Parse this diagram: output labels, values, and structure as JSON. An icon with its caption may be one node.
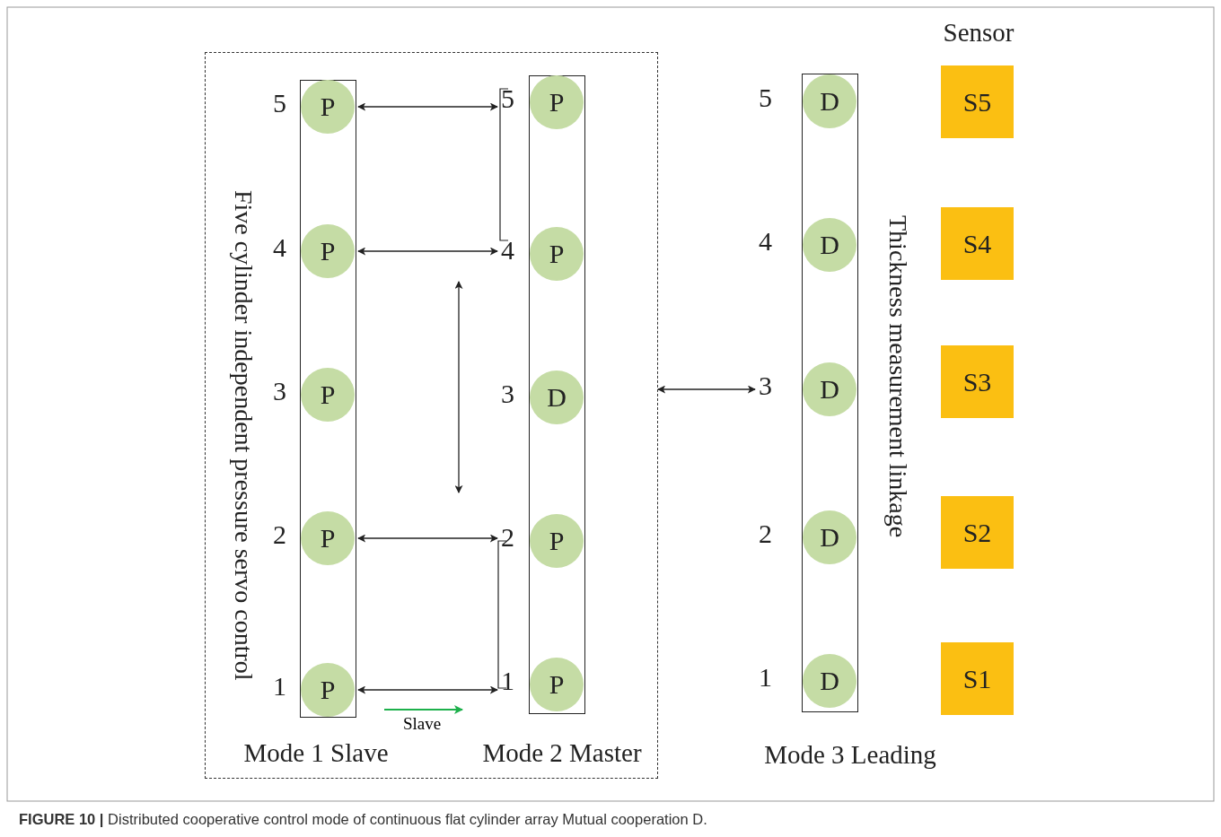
{
  "diagram": {
    "caption": "**FIGURE 10 |** Distributed cooperative control mode of continuous flat cylinder array Mutual cooperation D.",
    "nodes": [
      {
        "text": [],
        "shape": "box"
      },
      {
        "text": [
          "Mode 1 Slave"
        ],
        "in": 0
      },
      {
        "text": [
          "P"
        ],
        "beside": [
          "5"
        ],
        "in": 1
      },
      {
        "text": [
          "P"
        ],
        "beside": [
          "4"
        ],
        "in": 1
      },
      {
        "text": [
          "P"
        ],
        "beside": [
          "3"
        ],
        "in": 1
      },
      {
        "text": [
          "P"
        ],
        "beside": [
          "2"
        ],
        "in": 1
      },
      {
        "text": [
          "P"
        ],
        "beside": [
          "1"
        ],
        "in": 1
      },
      {
        "text": [
          "Mode 2 Master"
        ],
        "in": 0
      },
      {
        "text": [
          "P"
        ],
        "beside": [
          "5"
        ],
        "in": 7
      },
      {
        "text": [
          "P"
        ],
        "beside": [
          "4"
        ],
        "in": 7
      },
      {
        "text": [
          "D"
        ],
        "beside": [
          "3"
        ],
        "in": 7
      },
      {
        "text": [
          "P"
        ],
        "beside": [
          "2"
        ],
        "in": 7
      },
      {
        "text": [
          "P"
        ],
        "beside": [
          "1"
        ],
        "in": 7
      },
      {
        "text": [
          "Mode 3 Leading"
        ]
      },
      {
        "text": [
          "D"
        ],
        "beside": [
          "5"
        ],
        "in": 13
      },
      {
        "text": [
          "D"
        ],
        "beside": [
          "4"
        ],
        "in": 13
      },
      {
        "text": [
          "D"
        ],
        "beside": [
          "3"
        ],
        "in": 13
      },
      {
        "text": [
          "D"
        ],
        "beside": [
          "2"
        ],
        "in": 13
      },
      {
        "text": [
          "D"
        ],
        "beside": [
          "1"
        ],
        "in": 13
      },
      {
        "text": [
          "S5"
        ]
      },
      {
        "text": [
          "S4"
        ]
      },
      {
        "text": [
          "S3"
        ]
      },
      {
        "text": [
          "S2"
        ]
      },
      {
        "text": [
          "S1"
        ]
      }
    ],
    "edges": [
      {
        "from": 2,
        "to": 8,
        "arrow": "both"
      },
      {
        "from": 3,
        "to": 9,
        "arrow": "both"
      },
      {
        "from": 5,
        "to": 11,
        "arrow": "both"
      },
      {
        "from": 6,
        "to": 12,
        "arrow": "both"
      },
      {
        "from": 0,
        "to": 16,
        "arrow": "both"
      }
    ],
    "labels": [
      "Sensor",
      "Five cylinder independent pressure servo control",
      "Thickness measurement linkage",
      "Slave"
    ]
  }
}
